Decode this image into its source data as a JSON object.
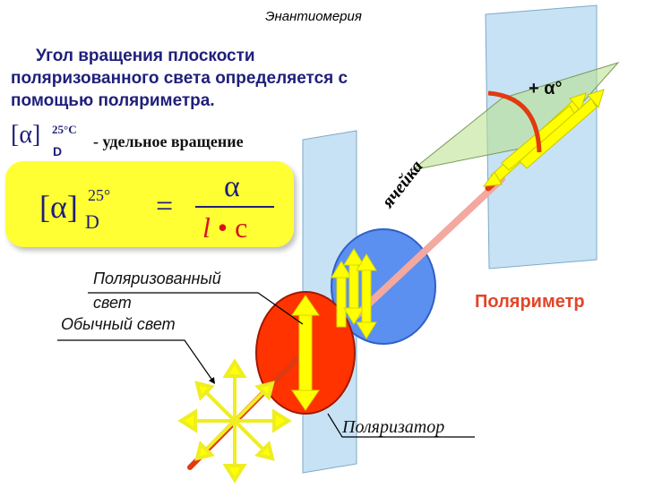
{
  "header": {
    "title": "Энантиомерия"
  },
  "intro": {
    "line1": "Угол вращения плоскости",
    "line2": "поляризованного света определяется с",
    "line3": "помощью поляриметра."
  },
  "specific_rotation": {
    "symbol": "[α]",
    "temperature": "25°C",
    "line": "D",
    "description": "- удельное вращение"
  },
  "formula": {
    "lhs_symbol": "[α]",
    "lhs_temperature": "25°",
    "lhs_line": "D",
    "equals": "=",
    "numerator": "α",
    "denominator_l": "l",
    "denominator_dot": "•",
    "denominator_c": "с"
  },
  "labels": {
    "polarized_line1": "Поляризованный",
    "polarized_line2": "свет",
    "ordinary_light": "Обычный свет",
    "polarizer": "Поляризатор",
    "polarimeter": "Поляриметр",
    "rotation_angle": "+ α°",
    "cell": "ячейка"
  },
  "colors": {
    "title_blue": "#1f1f7a",
    "formula_box": "#ffff33",
    "beam_red": "#e23a10",
    "beam_pink": "#f3a8a0",
    "arrow_yellow": "#ffff00",
    "plate": "#b9d9ee",
    "blue_disc": "#5b8ff0",
    "red_disc": "#ff3300",
    "polarimeter_label": "#e2452a"
  }
}
